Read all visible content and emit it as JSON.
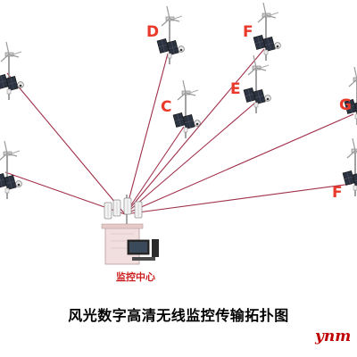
{
  "colors": {
    "link": "#a0304a",
    "letter": "#e8392b",
    "center_label": "#cc1f1f",
    "watermark": "#c00000"
  },
  "center": {
    "label": "监控中心"
  },
  "title": "风光数字高清无线监控传输拓扑图",
  "watermark": "ynm",
  "nodes": [
    {
      "id": "left-top",
      "label": ""
    },
    {
      "id": "left-bottom",
      "label": ""
    },
    {
      "id": "D",
      "label": "D"
    },
    {
      "id": "C",
      "label": "C"
    },
    {
      "id": "E",
      "label": "E"
    },
    {
      "id": "F-top",
      "label": "F"
    },
    {
      "id": "G",
      "label": "G"
    },
    {
      "id": "F-right",
      "label": "F"
    }
  ]
}
